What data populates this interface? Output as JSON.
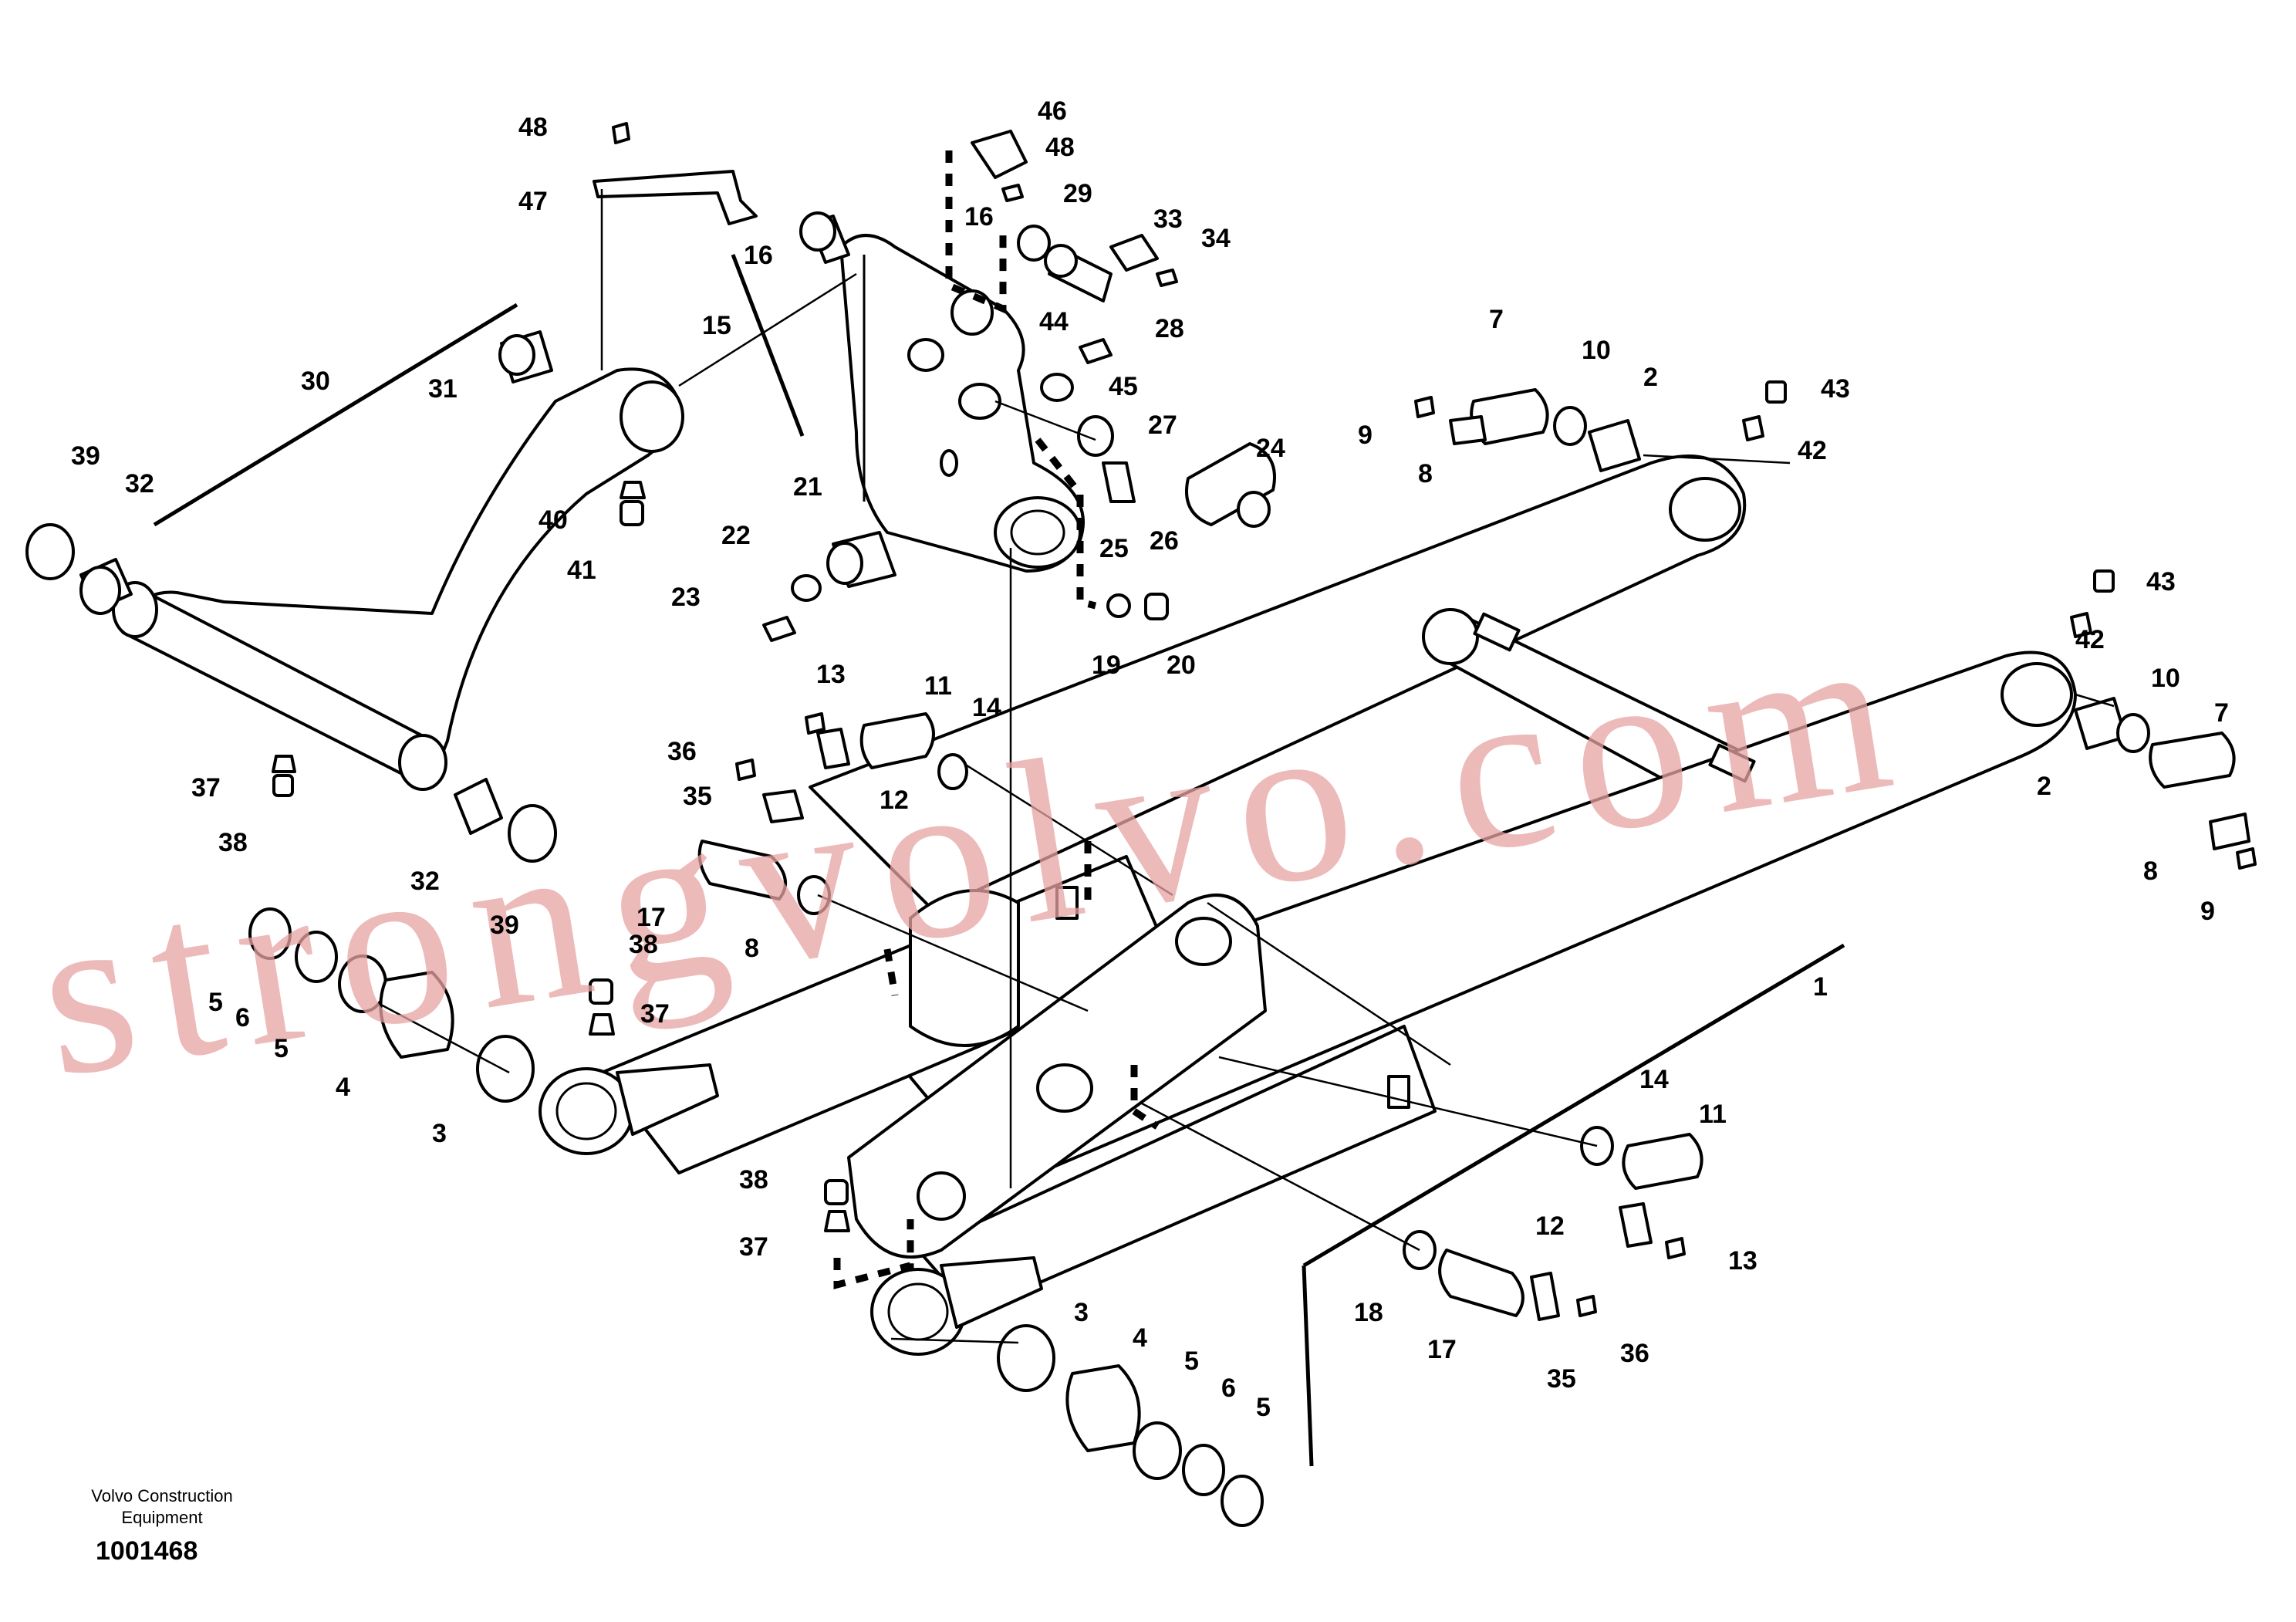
{
  "watermark": "strongvolvo.com",
  "footer": {
    "org_line1": "Volvo Construction",
    "org_line2": "Equipment",
    "drawing_number": "1001468"
  },
  "callouts": [
    "1",
    "2",
    "3",
    "4",
    "5",
    "6",
    "7",
    "8",
    "9",
    "10",
    "11",
    "12",
    "13",
    "14",
    "15",
    "16",
    "17",
    "18",
    "19",
    "20",
    "21",
    "22",
    "23",
    "24",
    "25",
    "26",
    "27",
    "28",
    "29",
    "30",
    "31",
    "32",
    "33",
    "34",
    "35",
    "36",
    "37",
    "38",
    "39",
    "40",
    "41",
    "42",
    "43",
    "44",
    "45",
    "46",
    "47",
    "48"
  ],
  "colors": {
    "line": "#000000",
    "watermark": "#e8a3a3",
    "background": "#ffffff"
  }
}
